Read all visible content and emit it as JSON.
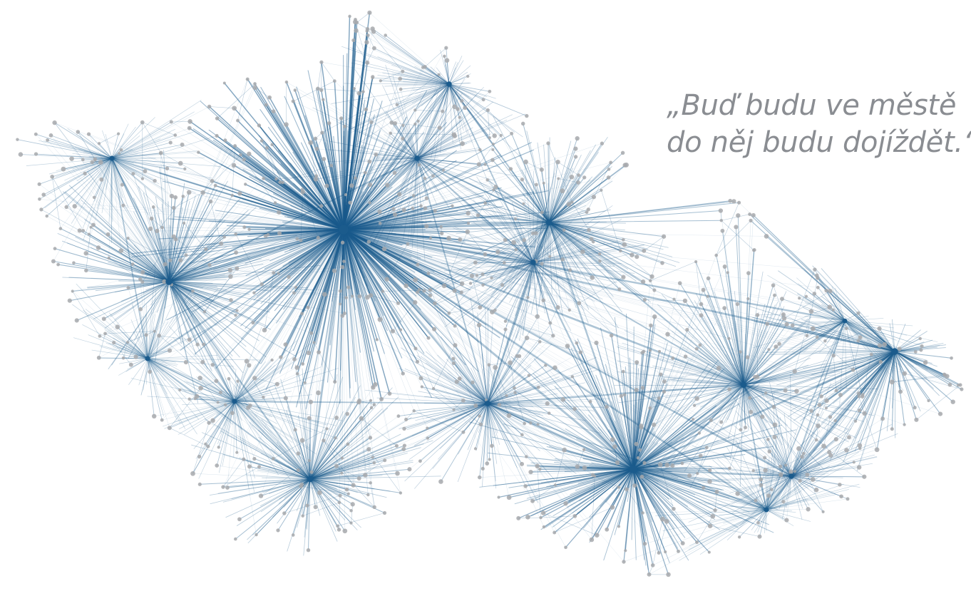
{
  "quote": {
    "line1": "„Buď budu ve městě",
    "line2": "do něj budu dojíždět.“"
  },
  "colors": {
    "edge": "#1b5b8c",
    "node": "#a7a9ad",
    "quote_text": "#8a8d92"
  },
  "map": {
    "subject": "commuting network",
    "hub_count": 17
  }
}
